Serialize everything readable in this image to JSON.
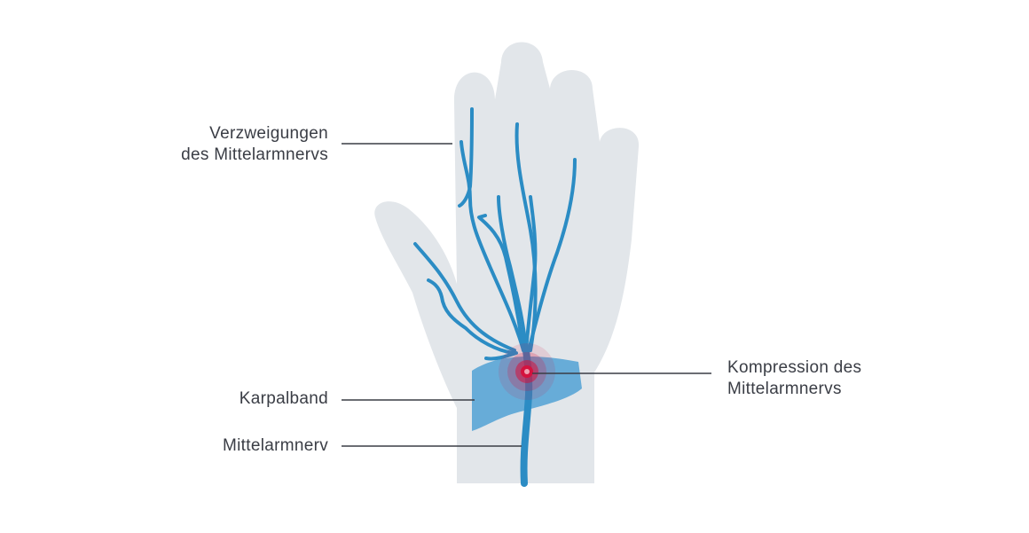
{
  "labels": {
    "branches": {
      "line1": "Verzweigungen",
      "line2": "des Mittelarmnervs"
    },
    "carpal_ligament": "Karpalband",
    "median_nerve": "Mittelarmnerv",
    "compression": {
      "line1": "Kompression des",
      "line2": "Mittelarmnervs"
    }
  },
  "colors": {
    "hand": "#e2e6ea",
    "nerve": "#2b8cc4",
    "ligament": "#5aa5d6",
    "compression": "#d4123e",
    "leader_line": "#3a3d45",
    "text": "#3a3d45"
  },
  "icons": {
    "hand": "hand-icon",
    "compression": "compression-target-icon"
  }
}
